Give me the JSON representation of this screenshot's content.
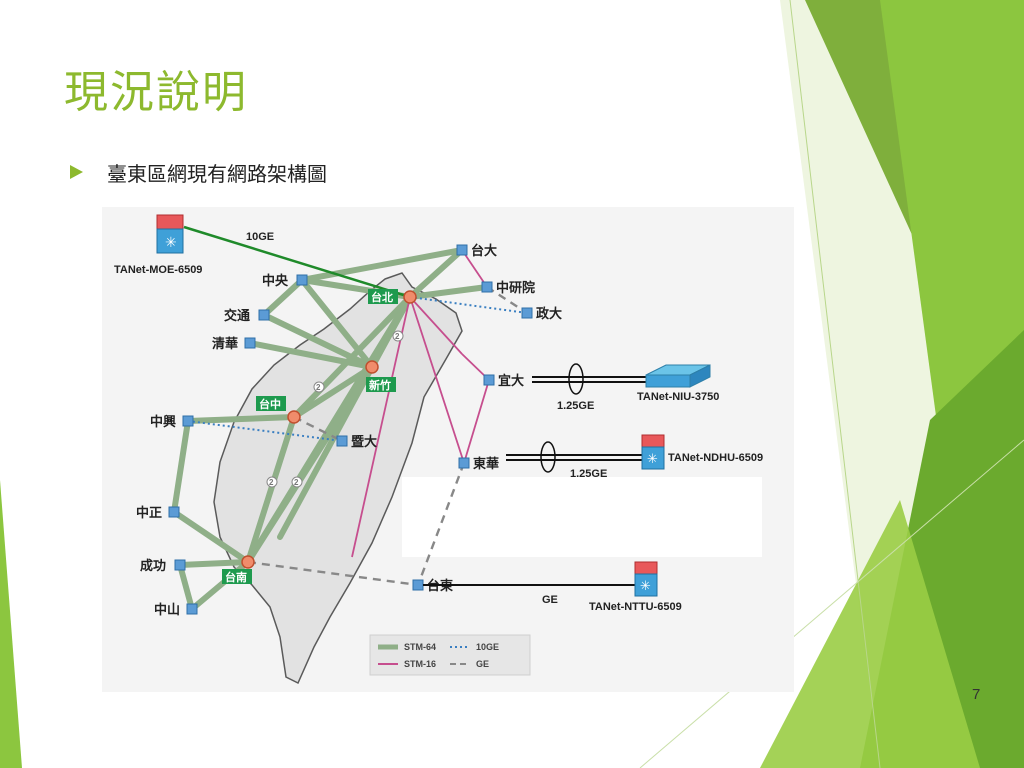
{
  "slide": {
    "title": "現況說明",
    "page_number": "7"
  },
  "bullet": {
    "text": "臺東區網現有網路架構圖"
  },
  "diagram": {
    "nodes": {
      "moe": "TANet-MOE-6509",
      "taida": "台大",
      "zhongyang": "中央",
      "zhongyanyuan": "中研院",
      "jiaotong": "交通",
      "zhengda": "政大",
      "qinghua": "清華",
      "yida": "宜大",
      "zhongxing": "中興",
      "jida": "暨大",
      "donghua": "東華",
      "zhongzheng": "中正",
      "chenggong": "成功",
      "taidong": "台東",
      "zhongshan": "中山",
      "niu": "TANet-NIU-3750",
      "ndhu": "TANet-NDHU-6509",
      "nttu": "TANet-NTTU-6509"
    },
    "hubs": {
      "taipei": "台北",
      "hsinchu": "新竹",
      "taichung": "台中",
      "tainan": "台南"
    },
    "links": {
      "moe_speed": "10GE",
      "niu_speed": "1.25GE",
      "ndhu_speed": "1.25GE",
      "nttu_speed": "GE"
    },
    "circuit_mark": "2",
    "legend": {
      "stm64": "STM-64",
      "stm16": "STM-16",
      "tenge": "10GE",
      "ge": "GE"
    },
    "colors": {
      "stm64": "#8FAF88",
      "stm16": "#C64E8E",
      "tenge": "#3A7FC1",
      "ge": "#888888",
      "moe_link": "#1F8A2A",
      "hub": "#1E9A4E",
      "node": "#5B9BD5"
    }
  }
}
